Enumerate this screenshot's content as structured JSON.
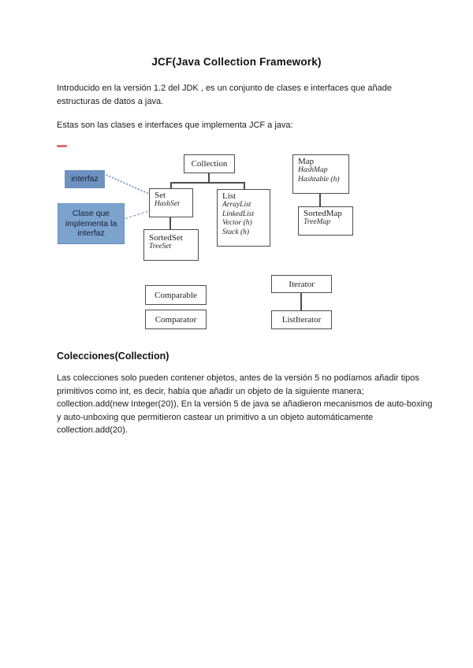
{
  "document": {
    "title": "JCF(Java Collection Framework)",
    "intro_p1": "Introducido en la versión 1.2 del JDK , es un conjunto de clases e interfaces que añade estructuras de datos a java.",
    "intro_p2": "Estas son las clases e interfaces que implementa JCF a java:",
    "section_heading": "Colecciones(Collection)",
    "section_p1": "Las colecciones solo pueden contener objetos, antes de la versión 5 no podíamos añadir tipos primitivos como int, es decir, había que añadir un objeto de la siguiente manera; collection.add(new Integer(20)), En la versión 5 de java se añadieron mecanismos de auto-boxing y auto-unboxing que permitieron castear un primitivo a un objeto automáticamente collection.add(20)."
  },
  "colors": {
    "red_dash": "#e17070",
    "legend_interface_fill": "#6d92c1",
    "legend_interface_border": "#5a7eab",
    "legend_class_fill": "#7ca2ce",
    "legend_class_border": "#6290c0"
  },
  "diagram": {
    "legend": {
      "interface_label": "interfaz",
      "implementing_class_label": "Clase que implementa la interfaz"
    },
    "boxes": [
      {
        "id": "collection",
        "title": "Collection",
        "items": []
      },
      {
        "id": "map",
        "title": "Map",
        "items": [
          "HashMap",
          "Hashtable (h)"
        ]
      },
      {
        "id": "set",
        "title": "Set",
        "items": [
          "HashSet"
        ]
      },
      {
        "id": "list",
        "title": "List",
        "items": [
          "ArrayList",
          "LinkedList",
          "Vector (h)",
          "Stack (h)"
        ]
      },
      {
        "id": "sortedmap",
        "title": "SortedMap",
        "items": [
          "TreeMap"
        ]
      },
      {
        "id": "sortedset",
        "title": "SortedSet",
        "items": [
          "TreeSet"
        ]
      },
      {
        "id": "comparable",
        "title": "Comparable",
        "items": []
      },
      {
        "id": "comparator",
        "title": "Comparator",
        "items": []
      },
      {
        "id": "iterator",
        "title": "Iterator",
        "items": []
      },
      {
        "id": "listiterator",
        "title": "ListIterator",
        "items": []
      }
    ]
  }
}
